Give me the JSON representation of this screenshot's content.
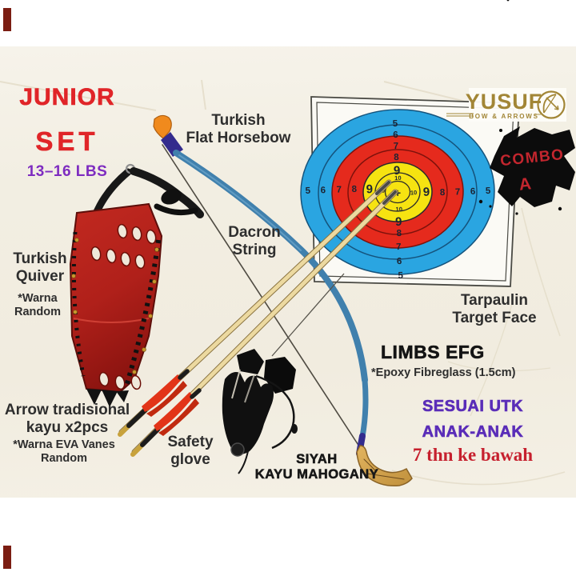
{
  "heading": {
    "junior": "JUNIOR",
    "set": "SET",
    "draw_weight": "13–16 LBS"
  },
  "brand": {
    "name": "YUSUF",
    "subtitle": "BOW & ARROWS"
  },
  "combo": {
    "line1": "COMBO",
    "line2": "A"
  },
  "labels": {
    "horsebow": {
      "line1": "Turkish",
      "line2": "Flat Horsebow"
    },
    "string": {
      "line1": "Dacron",
      "line2": "String"
    },
    "quiver": {
      "line1": "Turkish",
      "line2": "Quiver",
      "note1": "*Warna",
      "note2": "Random"
    },
    "tarpaulin": {
      "line1": "Tarpaulin",
      "line2": "Target Face"
    },
    "limbs": {
      "title": "LIMBS EFG",
      "note": "*Epoxy Fibreglass (1.5cm)"
    },
    "arrows": {
      "line1": "Arrow tradisional",
      "line2": "kayu x2pcs",
      "note1": "*Warna EVA Vanes",
      "note2": "Random"
    },
    "glove": {
      "line1": "Safety",
      "line2": "glove"
    },
    "siyah": {
      "line1": "SIYAH",
      "line2": "KAYU MAHOGANY"
    },
    "audience": {
      "line1": "SESUAI UTK",
      "line2": "ANAK-ANAK",
      "line3": "7 thn ke bawah"
    }
  },
  "target_face": {
    "top_numbers": [
      "5",
      "6",
      "7",
      "8",
      "9"
    ],
    "bottom_numbers": [
      "9",
      "8",
      "7",
      "6",
      "5"
    ],
    "left_numbers": [
      "5",
      "6",
      "7",
      "8",
      "9"
    ],
    "right_numbers": [
      "9",
      "8",
      "7",
      "6",
      "5"
    ],
    "inner_ring_label": "10",
    "center_mark": "+"
  },
  "colors": {
    "title_red": "#e02528",
    "weight_purple": "#7e2cc0",
    "audience_purple": "#5a2db8",
    "age_red": "#c6202e",
    "brand_gold": "#a28636",
    "combo_red": "#c3262e",
    "target_blue": "#2aa5e1",
    "target_red": "#e52a1d",
    "target_yellow": "#f6e311"
  }
}
